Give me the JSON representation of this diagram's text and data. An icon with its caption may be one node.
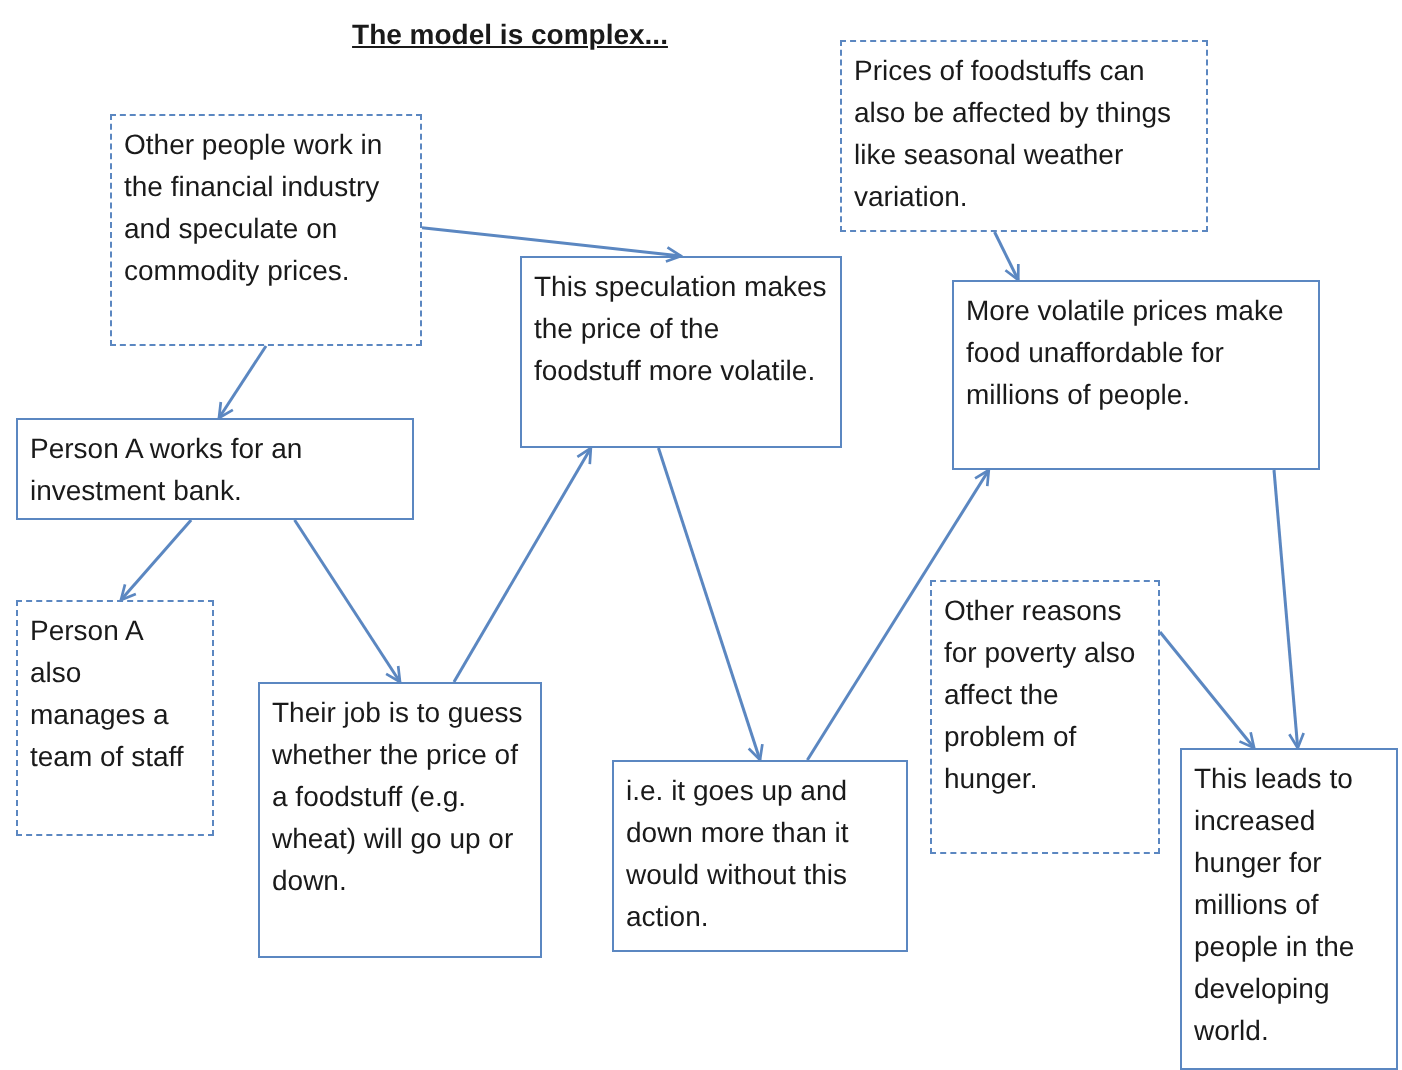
{
  "diagram": {
    "title": "The model is complex...",
    "nodes": [
      {
        "text": [
          "Other people work in the financial industry and speculate on commodity prices."
        ]
      },
      {
        "text": [
          "Prices of foodstuffs can also be affected by things like seasonal weather variation."
        ]
      },
      {
        "text": [
          "This speculation makes the price of the foodstuff more volatile."
        ]
      },
      {
        "text": [
          "More volatile prices make food unaffordable for millions of people."
        ]
      },
      {
        "text": [
          "Person A works for an investment bank."
        ]
      },
      {
        "text": [
          "Person A also manages a team of staff"
        ]
      },
      {
        "text": [
          "Their job is to guess whether the price of a foodstuff (e.g. wheat) will go up or down."
        ]
      },
      {
        "text": [
          "Other reasons for poverty also affect the problem of hunger."
        ]
      },
      {
        "text": [
          "i.e. it goes up and down more than it would without this action."
        ]
      },
      {
        "text": [
          "This leads to increased hunger for millions of people in the developing world."
        ]
      }
    ],
    "edges": [
      {
        "from": 0,
        "to": 4,
        "arrow": "to"
      },
      {
        "from": 0,
        "to": 2,
        "arrow": "to"
      },
      {
        "from": 4,
        "to": 5,
        "arrow": "to"
      },
      {
        "from": 4,
        "to": 6,
        "arrow": "to"
      },
      {
        "from": 6,
        "to": 2,
        "arrow": "to"
      },
      {
        "from": 2,
        "to": 8,
        "arrow": "to"
      },
      {
        "from": 8,
        "to": 3,
        "arrow": "to"
      },
      {
        "from": 1,
        "to": 3,
        "arrow": "to"
      },
      {
        "from": 7,
        "to": 9,
        "arrow": "to"
      },
      {
        "from": 3,
        "to": 9,
        "arrow": "to"
      }
    ]
  }
}
